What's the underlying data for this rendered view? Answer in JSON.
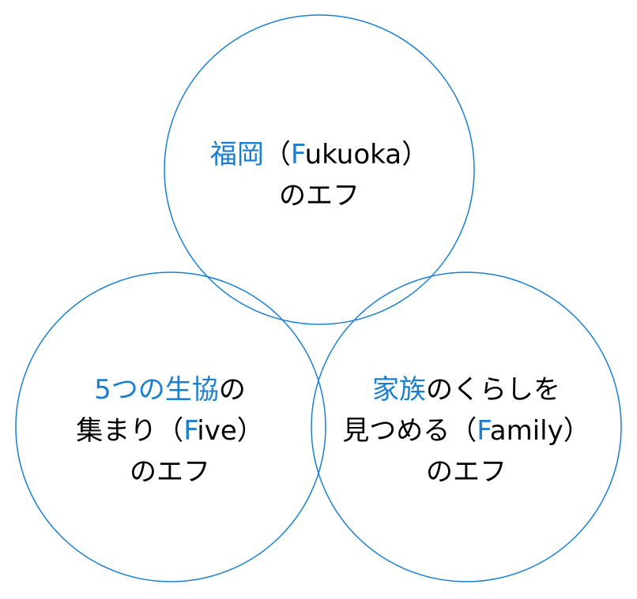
{
  "colors": {
    "circle_stroke": "#1a7fd0",
    "accent_text": "#1a7fd0",
    "text": "#000000"
  },
  "circles": {
    "top": {
      "lines": [
        [
          {
            "text": "福岡",
            "accent": true
          },
          {
            "text": "（",
            "accent": false
          },
          {
            "text": "F",
            "accent": true
          },
          {
            "text": "ukuoka）",
            "accent": false
          }
        ],
        [
          {
            "text": "のエフ",
            "accent": false
          }
        ]
      ]
    },
    "left": {
      "lines": [
        [
          {
            "text": "5つの生協",
            "accent": true
          },
          {
            "text": "の",
            "accent": false
          }
        ],
        [
          {
            "text": "集まり（",
            "accent": false
          },
          {
            "text": "F",
            "accent": true
          },
          {
            "text": "ive）",
            "accent": false
          }
        ],
        [
          {
            "text": "のエフ",
            "accent": false
          }
        ]
      ]
    },
    "right": {
      "lines": [
        [
          {
            "text": "家族",
            "accent": true
          },
          {
            "text": "のくらしを",
            "accent": false
          }
        ],
        [
          {
            "text": "見つめる（",
            "accent": false
          },
          {
            "text": "F",
            "accent": true
          },
          {
            "text": "amily）",
            "accent": false
          }
        ],
        [
          {
            "text": "のエフ",
            "accent": false
          }
        ]
      ]
    }
  }
}
